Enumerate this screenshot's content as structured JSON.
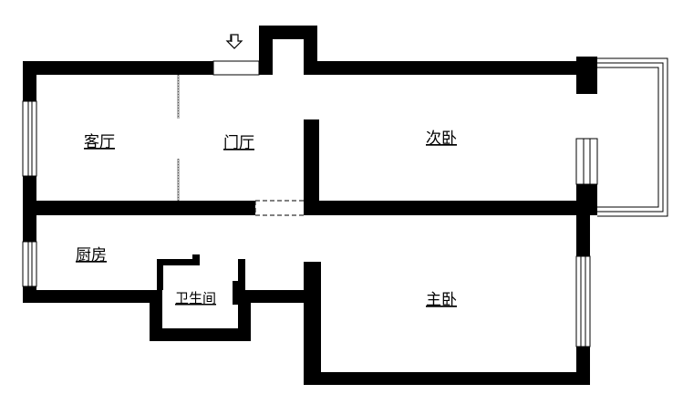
{
  "rooms": {
    "living_room": "客厅",
    "foyer": "门厅",
    "second_bedroom": "次卧",
    "kitchen": "厨房",
    "bathroom": "卫生间",
    "master_bedroom": "主卧"
  },
  "icons": {
    "entrance": "down-arrow-icon"
  },
  "colors": {
    "wall": "#000000",
    "background": "#ffffff"
  }
}
